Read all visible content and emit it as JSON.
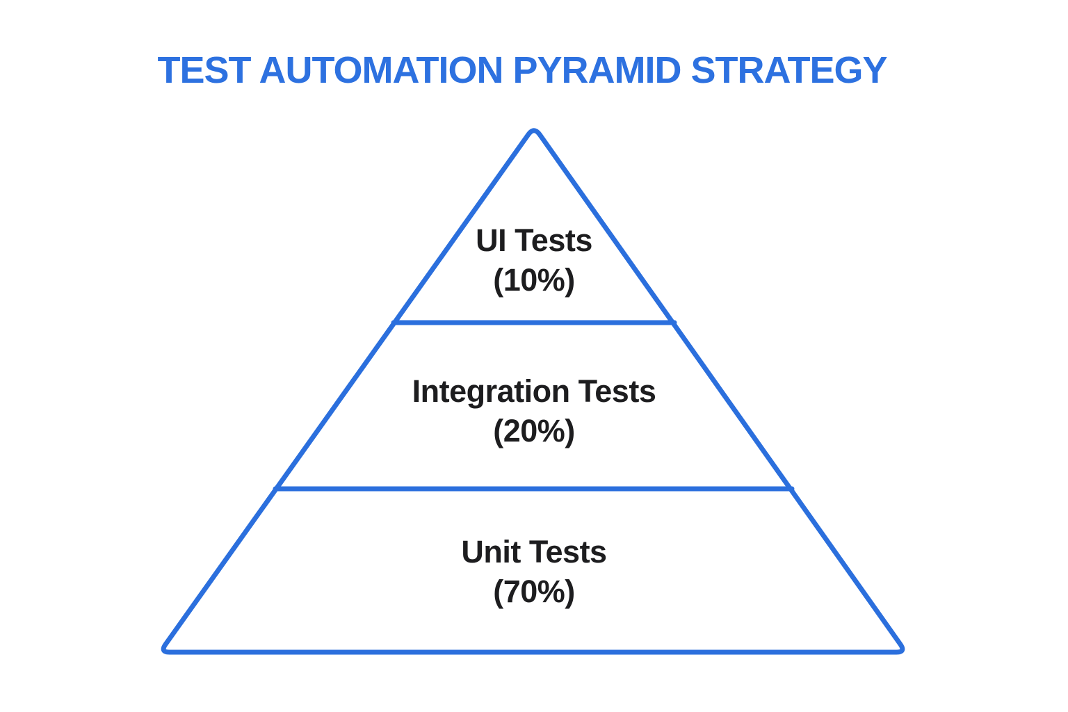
{
  "title": "TEST AUTOMATION PYRAMID STRATEGY",
  "pyramid": {
    "levels": [
      {
        "label": "UI Tests",
        "percent": "(10%)"
      },
      {
        "label": "Integration Tests",
        "percent": "(20%)"
      },
      {
        "label": "Unit Tests",
        "percent": "(70%)"
      }
    ]
  },
  "colors": {
    "pyramid_stroke": "#2B6FDD",
    "title_text": "#2D71E0",
    "label_text": "#1D1D1F",
    "background": "#FFFFFF"
  }
}
